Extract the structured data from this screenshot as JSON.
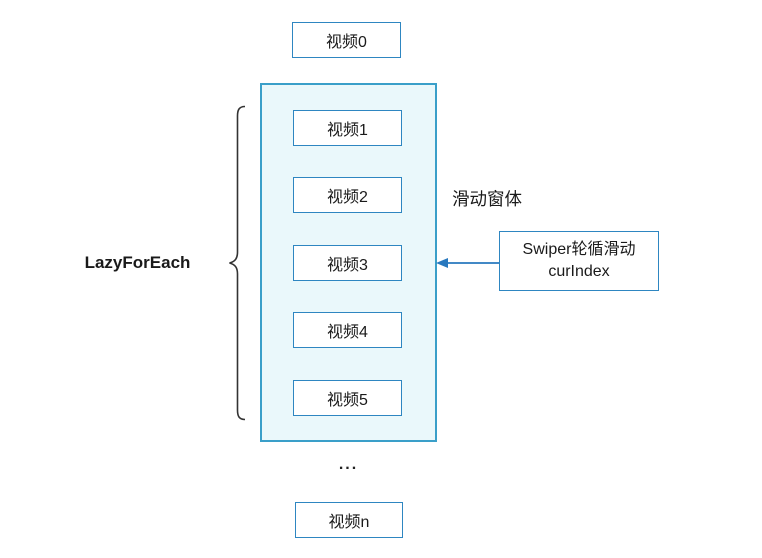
{
  "top_box": {
    "label": "视频0"
  },
  "sliding_window": {
    "label": "滑动窗体",
    "items": [
      "视频1",
      "视频2",
      "视频3",
      "视频4",
      "视频5"
    ]
  },
  "lazyforeach": {
    "label": "LazyForEach"
  },
  "swiper": {
    "line1": "Swiper轮循滑动",
    "line2": "curIndex"
  },
  "ellipsis": "...",
  "bottom_box": {
    "label": "视频n"
  },
  "colors": {
    "box_border_blue": "#2e86c1",
    "container_border_blue": "#3a9fc9",
    "container_fill": "#eaf8fb",
    "arrow_blue": "#2878be",
    "text_dark": "#1a1a1a",
    "brace_dark": "#333333"
  }
}
